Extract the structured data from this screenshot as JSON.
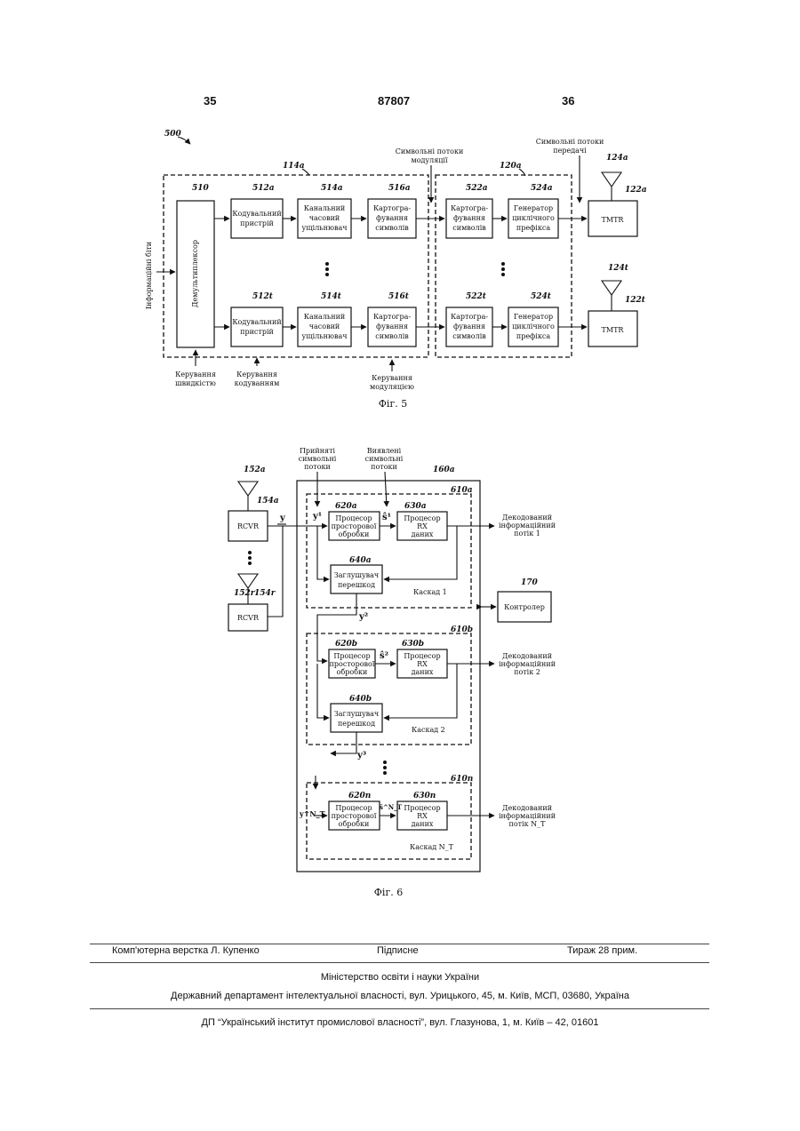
{
  "header": {
    "left_page": "35",
    "patent_no": "87807",
    "right_page": "36"
  },
  "fig5": {
    "caption": "Фіг. 5",
    "ref_500": "500",
    "ref_114a": "114a",
    "ref_120a": "120a",
    "input_label": "Інформаційні біти",
    "demux": {
      "ref": "510",
      "label": "Демультиплексор"
    },
    "rows": [
      {
        "coder": {
          "ref": "512a",
          "lines": [
            "Кодувальний",
            "пристрій"
          ]
        },
        "interleaver": {
          "ref": "514a",
          "lines": [
            "Канальний",
            "часовий",
            "ущільнювач"
          ]
        },
        "mapper1": {
          "ref": "516a",
          "lines": [
            "Картогра-",
            "фування",
            "символів"
          ]
        },
        "mapper2": {
          "ref": "522a",
          "lines": [
            "Картогра-",
            "фування",
            "символів"
          ]
        },
        "cp": {
          "ref": "524a",
          "lines": [
            "Генератор",
            "циклічного",
            "префікса"
          ]
        },
        "tmtr": {
          "ref": "122a",
          "label": "TMTR"
        },
        "antenna_ref": "124a"
      },
      {
        "coder": {
          "ref": "512t",
          "lines": [
            "Кодувальний",
            "пристрій"
          ]
        },
        "interleaver": {
          "ref": "514t",
          "lines": [
            "Канальний",
            "часовий",
            "ущільнювач"
          ]
        },
        "mapper1": {
          "ref": "516t",
          "lines": [
            "Картогра-",
            "фування",
            "символів"
          ]
        },
        "mapper2": {
          "ref": "522t",
          "lines": [
            "Картогра-",
            "фування",
            "символів"
          ]
        },
        "cp": {
          "ref": "524t",
          "lines": [
            "Генератор",
            "циклічного",
            "префікса"
          ]
        },
        "tmtr": {
          "ref": "122t",
          "label": "TMTR"
        },
        "antenna_ref": "124t"
      }
    ],
    "top_labels": {
      "modulation_streams": [
        "Символьні потоки",
        "модуляції"
      ],
      "transmit_streams": [
        "Символьні потоки",
        "передачі"
      ]
    },
    "control_labels": [
      [
        "Керування",
        "швидкістю"
      ],
      [
        "Керування",
        "кодуванням"
      ],
      [
        "Керування",
        "модуляцією"
      ]
    ]
  },
  "fig6": {
    "caption": "Фіг. 6",
    "ref_160a": "160a",
    "received_label": [
      "Прийняті",
      "символьні",
      "потоки"
    ],
    "detected_label": [
      "Виявлені",
      "символьні",
      "потоки"
    ],
    "receivers": [
      {
        "label": "RCVR",
        "ref": "154a",
        "antenna_ref": "152a"
      },
      {
        "label": "RCVR",
        "ref": "154r",
        "antenna_ref": "152r"
      }
    ],
    "y_label": "y",
    "stages": [
      {
        "ref": "610a",
        "spatial_ref": "620a",
        "rx_ref": "630a",
        "cancel_ref": "640a",
        "spatial": [
          "Процесор",
          "просторової",
          "обробки"
        ],
        "rx": [
          "Процесор",
          "RX",
          "даних"
        ],
        "cancel": [
          "Заглушувач",
          "перешкод"
        ],
        "stage_label": "Каскад 1",
        "input": "y¹",
        "detected": "ŝ¹",
        "output": [
          "Декодований",
          "інформаційний",
          "потік 1"
        ],
        "next": "y²"
      },
      {
        "ref": "610b",
        "spatial_ref": "620b",
        "rx_ref": "630b",
        "cancel_ref": "640b",
        "spatial": [
          "Процесор",
          "просторової",
          "обробки"
        ],
        "rx": [
          "Процесор",
          "RX",
          "даних"
        ],
        "cancel": [
          "Заглушувач",
          "перешкод"
        ],
        "stage_label": "Каскад 2",
        "input": "",
        "detected": "ŝ²",
        "output": [
          "Декодований",
          "інформаційний",
          "потік 2"
        ],
        "next": "y³"
      },
      {
        "ref": "610n",
        "spatial_ref": "620n",
        "rx_ref": "630n",
        "spatial": [
          "Процесор",
          "просторової",
          "обробки"
        ],
        "rx": [
          "Процесор",
          "RX",
          "даних"
        ],
        "stage_label": "Каскад N_T",
        "input": "y^N_T",
        "detected": "ŝ^N_T",
        "output": [
          "Декодований",
          "інформаційний",
          "потік N_T"
        ]
      }
    ],
    "controller": {
      "ref": "170",
      "label": "Контролер"
    }
  },
  "footer": {
    "compositor": "Комп'ютерна верстка Л. Купенко",
    "signed": "Підписне",
    "circulation": "Тираж 28 прим.",
    "ministry": "Міністерство освіти і науки України",
    "department": "Державний департамент інтелектуальної власності, вул. Урицького, 45, м. Київ, МСП, 03680, Україна",
    "institute": "ДП “Український інститут промислової власності”, вул. Глазунова, 1, м. Київ – 42, 01601"
  }
}
